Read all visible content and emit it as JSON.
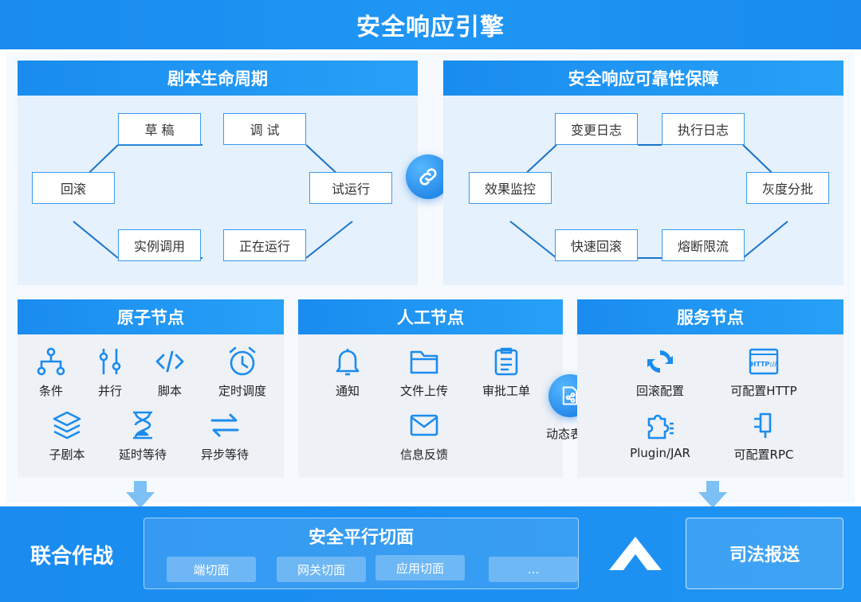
{
  "title": "安全响应引擎",
  "lifecycle": {
    "title": "剧本生命周期",
    "nodes": {
      "draft": "草 稿",
      "debug": "调 试",
      "trial": "试运行",
      "running": "正在运行",
      "instance": "实例调用",
      "rollback": "回滚"
    }
  },
  "reliability": {
    "title": "安全响应可靠性保障",
    "nodes": {
      "change_log": "变更日志",
      "exec_log": "执行日志",
      "gray": "灰度分批",
      "fuse": "熔断限流",
      "quick_rollback": "快速回滚",
      "monitor": "效果监控"
    }
  },
  "atomic": {
    "title": "原子节点",
    "items": [
      "条件",
      "并行",
      "脚本",
      "定时调度",
      "子剧本",
      "延时等待",
      "异步等待"
    ]
  },
  "manual": {
    "title": "人工节点",
    "items": [
      "通知",
      "文件上传",
      "审批工单",
      "信息反馈"
    ],
    "dynamic_form": "动态表单"
  },
  "service": {
    "title": "服务节点",
    "items": [
      "回滚配置",
      "可配置HTTP",
      "Plugin/JAR",
      "可配置RPC"
    ],
    "http_badge": "HTTP://"
  },
  "bottom": {
    "joint": "联合作战",
    "parallel_title": "安全平行切面",
    "chips": [
      "端切面",
      "网关切面",
      "应用切面",
      "..."
    ],
    "judicial": "司法报送"
  },
  "colors": {
    "primary": "#1a8cf0",
    "line": "#1a73c9",
    "panel_light": "#e5f1fc"
  }
}
